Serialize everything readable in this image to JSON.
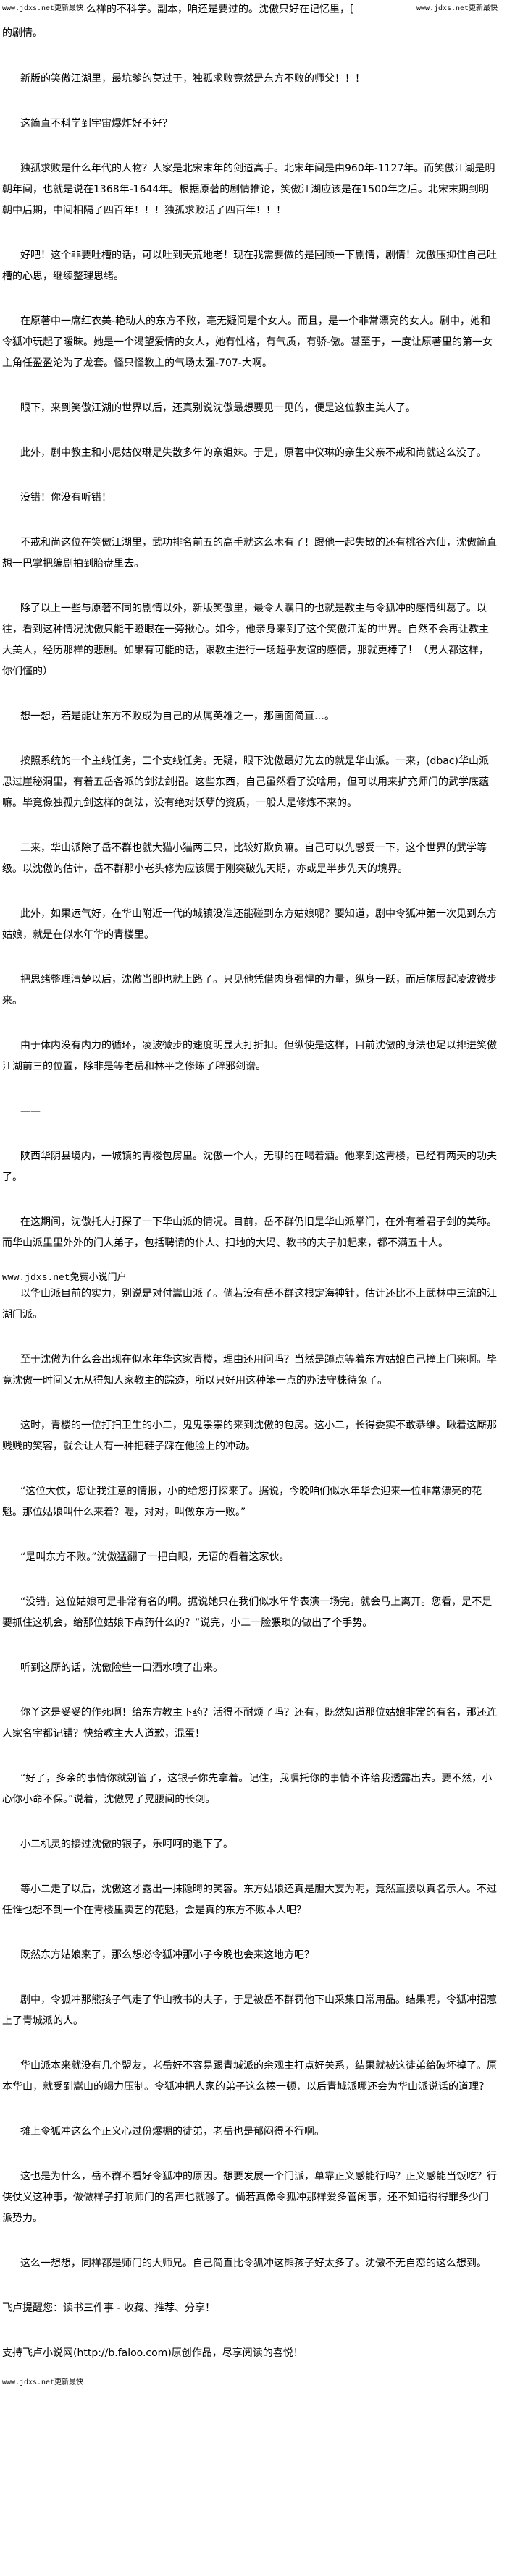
{
  "watermark": "www.jdxs.net更新最快",
  "top_line": "么样的不科学。副本，咱还是要过的。沈傲只好在记忆里，[",
  "top_continuation": "的剧情。",
  "paragraphs": [
    "新版的笑傲江湖里，最坑爹的莫过于，独孤求败竟然是东方不败的师父！！！",
    "这简直不科学到宇宙爆炸好不好？",
    "独孤求败是什么年代的人物？人家是北宋末年的剑道高手。北宋年间是由960年-1127年。而笑傲江湖是明朝年间，也就是说在1368年-1644年。根据原著的剧情推论，笑傲江湖应该是在1500年之后。北宋末期到明朝中后期，中间相隔了四百年！！！独孤求败活了四百年！！！",
    "好吧！这个非要吐槽的话，可以吐到天荒地老！现在我需要做的是回顾一下剧情，剧情！沈傲压抑住自己吐槽的心思，继续整理思绪。",
    "在原著中一席红衣美-艳动人的东方不败，毫无疑问是个女人。而且，是一个非常漂亮的女人。剧中，她和令狐冲玩起了暧昧。她是一个渴望爱情的女人，她有性格，有气质，有骄-傲。甚至于，一度让原著里的第一女主角任盈盈沦为了龙套。怪只怪教主的气场太强-707-大啊。",
    "眼下，来到笑傲江湖的世界以后，还真别说沈傲最想要见一见的，便是这位教主美人了。",
    "此外，剧中教主和小尼姑仪琳是失散多年的亲姐妹。于是，原著中仪琳的亲生父亲不戒和尚就这么没了。",
    "没错！你没有听错！",
    "不戒和尚这位在笑傲江湖里，武功排名前五的高手就这么木有了！跟他一起失散的还有桃谷六仙，沈傲简直想一巴掌把编剧拍到胎盘里去。",
    "除了以上一些与原著不同的剧情以外，新版笑傲里，最令人瞩目的也就是教主与令狐冲的感情纠葛了。以往，看到这种情况沈傲只能干瞪眼在一旁揪心。如今，他亲身来到了这个笑傲江湖的世界。自然不会再让教主大美人，经历那样的悲剧。如果有可能的话，跟教主进行一场超乎友谊的感情，那就更棒了！（男人都这样，你们懂的）",
    "想一想，若是能让东方不败成为自己的从属英雄之一，那画面简直…。",
    "按照系统的一个主线任务，三个支线任务。无疑，眼下沈傲最好先去的就是华山派。一来，(dbac)华山派思过崖秘洞里，有着五岳各派的剑法剑招。这些东西，自己虽然看了没啥用，但可以用来扩充师门的武学底蕴嘛。毕竟像独孤九剑这样的剑法，没有绝对妖孽的资质，一般人是修炼不来的。",
    "二来，华山派除了岳不群也就大猫小猫两三只，比较好欺负嘛。自己可以先感受一下，这个世界的武学等级。以沈傲的估计，岳不群那小老头修为应该属于刚突破先天期，亦或是半步先天的境界。",
    "此外，如果运气好，在华山附近一代的城镇没准还能碰到东方姑娘呢？要知道，剧中令狐冲第一次见到东方姑娘，就是在似水年华的青楼里。",
    "把思绪整理清楚以后，沈傲当即也就上路了。只见他凭借肉身强悍的力量，纵身一跃，而后施展起凌波微步来。",
    "由于体内没有内力的循环，凌波微步的速度明显大打折扣。但纵使是这样，目前沈傲的身法也足以排进笑傲江湖前三的位置，除非是等老岳和林平之修炼了辟邪剑谱。",
    "——",
    "陕西华阴县境内，一城镇的青楼包房里。沈傲一个人，无聊的在喝着酒。他来到这青楼，已经有两天的功夫了。",
    "在这期间，沈傲托人打探了一下华山派的情况。目前，岳不群仍旧是华山派掌门，在外有着君子剑的美称。而华山派里里外外的门人弟子，包括聘请的仆人、扫地的大妈、教书的夫子加起来，都不满五十人。"
  ],
  "mid_watermark": "www.jdxs.net免费小说门户",
  "paragraphs_2": [
    "以华山派目前的实力，别说是对付嵩山派了。倘若没有岳不群这根定海神针，估计还比不上武林中三流的江湖门派。",
    "至于沈傲为什么会出现在似水年华这家青楼，理由还用问吗？当然是蹲点等着东方姑娘自己撞上门来啊。毕竟沈傲一时间又无从得知人家教主的踪迹，所以只好用这种笨一点的办法守株待兔了。",
    "这时，青楼的一位打扫卫生的小二，鬼鬼祟祟的来到沈傲的包房。这小二，长得委实不敢恭维。瞅着这厮那贱贱的笑容，就会让人有一种把鞋子踩在他脸上的冲动。",
    "“这位大侠，您让我注意的情报，小的给您打探来了。据说，今晚咱们似水年华会迎来一位非常漂亮的花魁。那位姑娘叫什么来着？喔，对对，叫做东方一败。”",
    "“是叫东方不败。”沈傲猛翻了一把白眼，无语的看着这家伙。",
    "“没错，这位姑娘可是非常有名的啊。据说她只在我们似水年华表演一场完，就会马上离开。您看，是不是要抓住这机会，给那位姑娘下点药什么的？”说完，小二一脸猥琐的做出了个手势。",
    "听到这厮的话，沈傲险些一口酒水喷了出来。",
    "你丫这是妥妥的作死啊！给东方教主下药？活得不耐烦了吗？还有，既然知道那位姑娘非常的有名，那还连人家名字都记错？快给教主大人道歉，混蛋！",
    "“好了，多余的事情你就别管了，这银子你先拿着。记住，我嘱托你的事情不许给我透露出去。要不然，小心你小命不保。”说着，沈傲晃了晃腰间的长剑。",
    "小二机灵的接过沈傲的银子，乐呵呵的退下了。",
    "等小二走了以后，沈傲这才露出一抹隐晦的笑容。东方姑娘还真是胆大妄为呢，竟然直接以真名示人。不过任谁也想不到一个在青楼里卖艺的花魁，会是真的东方不败本人吧？",
    "既然东方姑娘来了，那么想必令狐冲那小子今晚也会来这地方吧？",
    "剧中，令狐冲那熊孩子气走了华山教书的夫子，于是被岳不群罚他下山采集日常用品。结果呢，令狐冲招惹上了青城派的人。",
    "华山派本来就没有几个盟友，老岳好不容易跟青城派的余观主打点好关系，结果就被这徒弟给破坏掉了。原本华山，就受到嵩山的竭力压制。令狐冲把人家的弟子这么揍一顿，以后青城派哪还会为华山派说话的道理？",
    "摊上令狐冲这么个正义心过份爆棚的徒弟，老岳也是郁闷得不行啊。",
    "这也是为什么，岳不群不看好令狐冲的原因。想要发展一个门派，单靠正义感能行吗？正义感能当饭吃？行侠仗义这种事，做做样子打响师门的名声也就够了。倘若真像令狐冲那样爱多管闲事，还不知道得得罪多少门派势力。",
    "这么一想想，同样都是师门的大师兄。自己简直比令狐冲这熊孩子好太多了。沈傲不无自恋的这么想到。"
  ],
  "footer": {
    "reminder": "飞卢提醒您：读书三件事 - 收藏、推荐、分享！",
    "support": "支持飞卢小说网(http://b.faloo.com)原创作品，尽享阅读的喜悦！",
    "watermark": "www.jdxs.net更新最快"
  }
}
